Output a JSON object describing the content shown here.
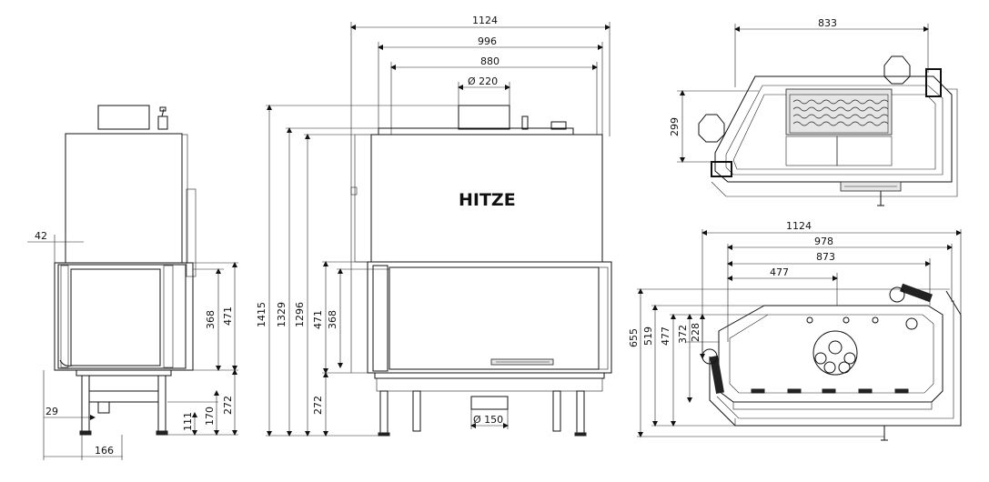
{
  "brand": "HITZE",
  "side_view": {
    "dims": {
      "offset_top": "42",
      "glass_height": "368",
      "opening_height": "471",
      "floor_height": "272",
      "legs_height": "170",
      "legs_lower": "111",
      "leg_offset": "29",
      "depth": "166"
    }
  },
  "front_view": {
    "dims": {
      "total_width": "1124",
      "body_width": "996",
      "inner_width": "880",
      "flue_diameter": "Ø 220",
      "total_height": "1415",
      "height_1329": "1329",
      "height_1296": "1296",
      "opening_height": "471",
      "glass_height": "368",
      "floor_height": "272",
      "air_inlet_diameter": "Ø 150"
    }
  },
  "top_view": {
    "dims": {
      "width": "833",
      "depth": "299"
    }
  },
  "bottom_view": {
    "dims": {
      "total_width": "1124",
      "width_978": "978",
      "width_873": "873",
      "width_477": "477",
      "depth_655": "655",
      "depth_519": "519",
      "depth_477": "477",
      "depth_372": "372",
      "depth_228": "228"
    }
  }
}
